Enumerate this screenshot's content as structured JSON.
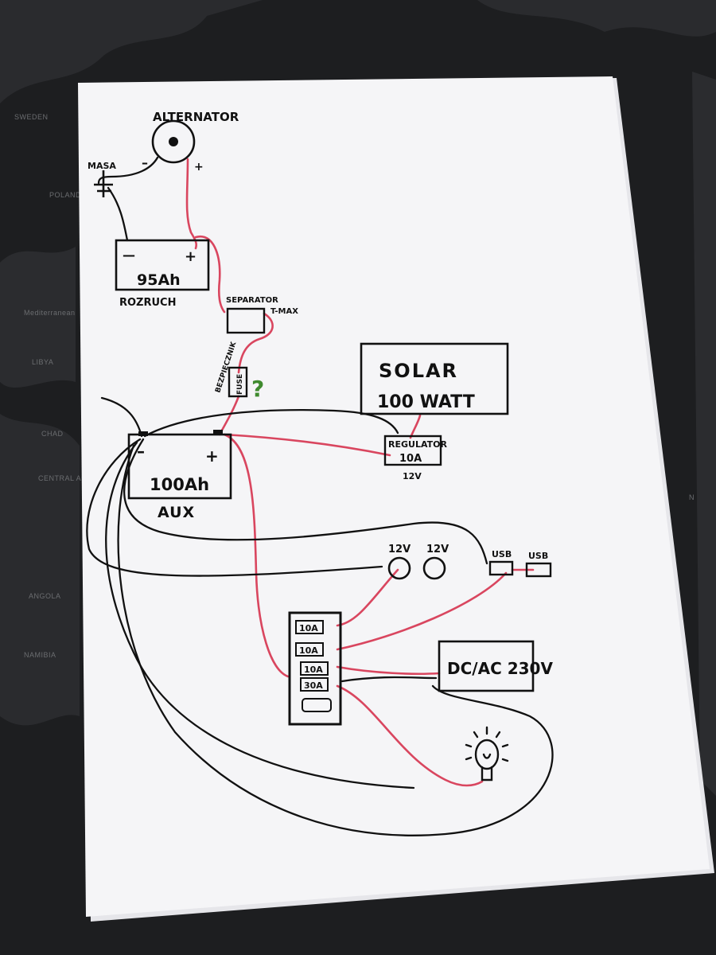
{
  "map_labels": {
    "sweden": "SWEDEN",
    "poland": "POLAND",
    "libya": "LIBYA",
    "chad": "CHAD",
    "angola": "ANGOLA",
    "namibia": "NAMIBIA",
    "mediterranean": "Mediterranean",
    "central_african_rep": "CENTRAL AFRICAN REP.",
    "ocean_code": "N"
  },
  "components": {
    "alternator": "ALTERNATOR",
    "ground": "MASA",
    "alternator_minus": "–",
    "alternator_plus": "+",
    "starter_battery_capacity": "95Ah",
    "starter_battery_label": "ROZRUCH",
    "starter_battery_minus": "—",
    "starter_battery_plus": "+",
    "separator": "SEPARATOR",
    "separator_brand": "T-MAX",
    "fuse_label": "BEZPIECZNIK",
    "fuse_text": "FUSE",
    "question_mark": "?",
    "solar_line1": "SOLAR",
    "solar_line2": "100 WATT",
    "regulator_label": "REGULATOR",
    "regulator_rating": "10A",
    "regulator_voltage": "12V",
    "aux_battery_capacity": "100Ah",
    "aux_battery_label": "AUX",
    "aux_battery_minus": "–",
    "aux_battery_plus": "+",
    "socket_1": "12V",
    "socket_2": "12V",
    "usb_1": "USB",
    "usb_2": "USB",
    "fuse_box": [
      "10A",
      "10A",
      "10A",
      "30A"
    ],
    "inverter": "DC/AC 230V"
  },
  "colors": {
    "positive_wire": "#d9465f",
    "negative_wire": "#111111",
    "question_mark": "#3f8a2e",
    "paper": "#f4f4f6"
  }
}
